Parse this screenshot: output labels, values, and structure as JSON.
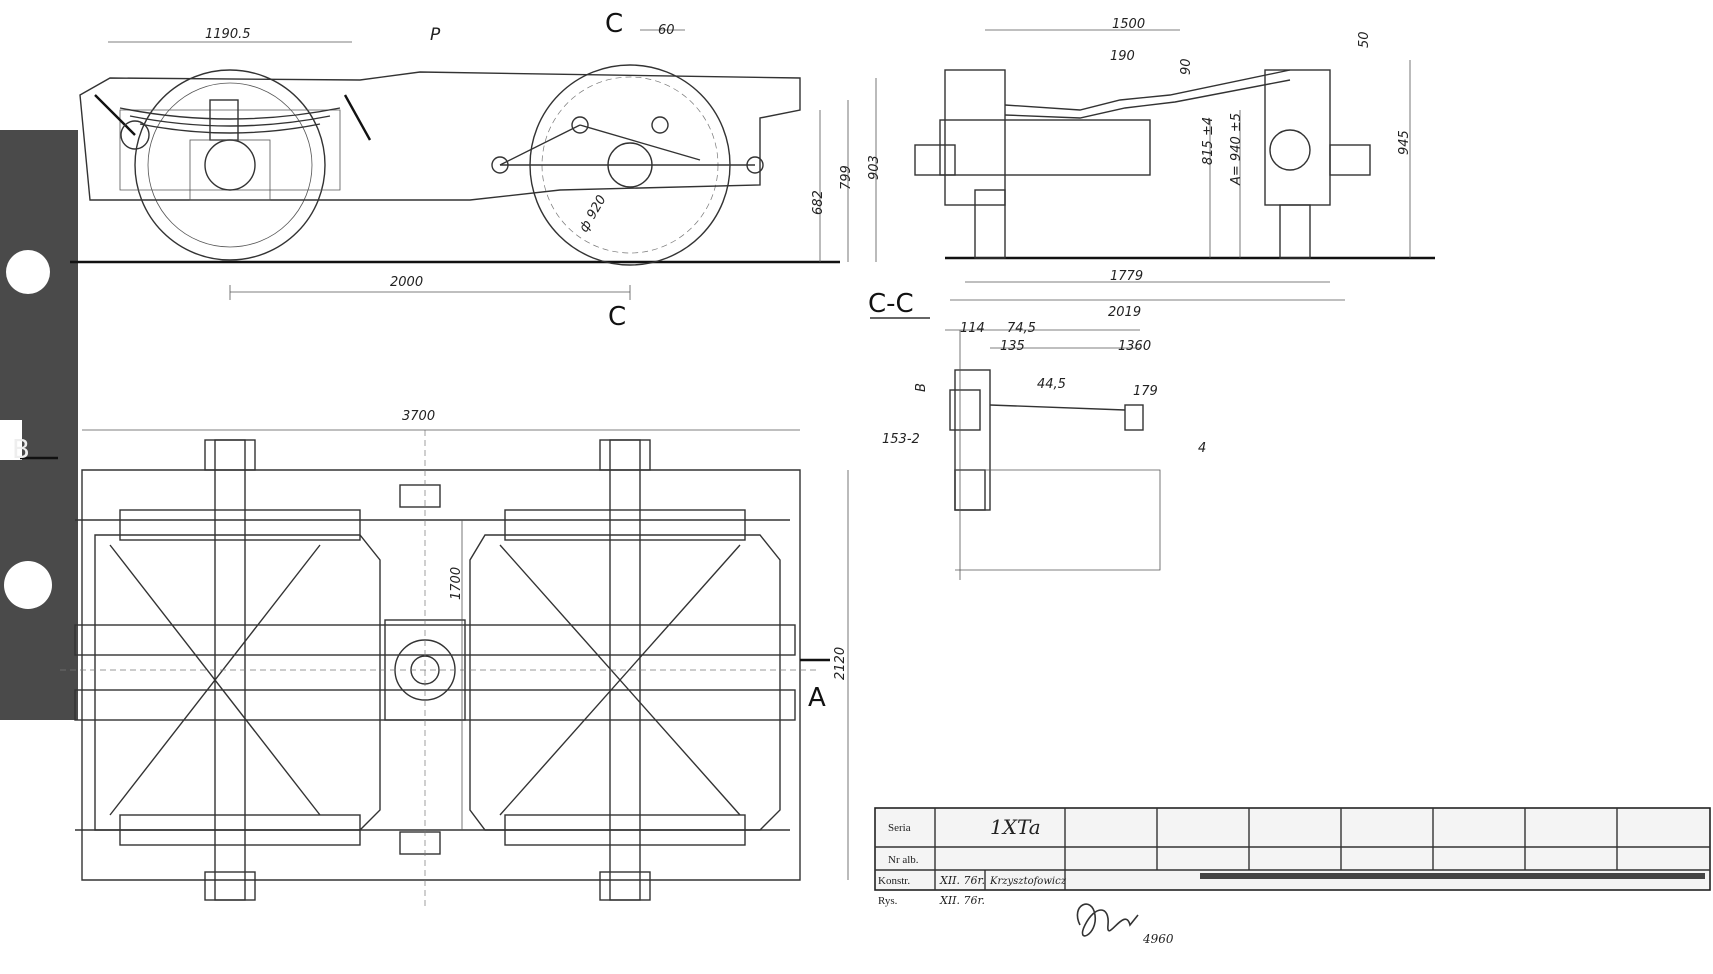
{
  "side_view": {
    "dims": {
      "d1": "1190.5",
      "load": "P",
      "d2": "60",
      "wheel": "ф 920",
      "wheelbase": "2000",
      "h1": "682",
      "h2": "799",
      "h3": "903"
    },
    "section_marks": [
      "C",
      "C"
    ]
  },
  "end_view": {
    "dims": {
      "w1": "1500",
      "r1": "190",
      "d1": "90",
      "d2": "50",
      "h1": "815 ±4",
      "h2": "A= 940 ±5",
      "h3": "945",
      "w2": "1779",
      "w3": "2019"
    }
  },
  "section_cc": {
    "label": "C-C",
    "dims": {
      "a": "114",
      "b": "74,5",
      "c": "135",
      "d": "1360",
      "e": "44,5",
      "f": "179",
      "g": "153-2",
      "h": "B",
      "i": "4"
    }
  },
  "plan_view": {
    "dims": {
      "length": "3700",
      "width": "2120",
      "inner": "1700"
    },
    "marks": {
      "a": "A",
      "b": "B"
    }
  },
  "title_block": {
    "seria_label": "Seria",
    "seria_value": "1XTa",
    "nralb_label": "Nr alb.",
    "konstr_label": "Konstr.",
    "konstr_date": "XII. 76r.",
    "konstr_name": "Krzysztofowicz",
    "rys_label": "Rys.",
    "rys_date": "XII. 76r."
  },
  "signature": {
    "note": "4960"
  }
}
